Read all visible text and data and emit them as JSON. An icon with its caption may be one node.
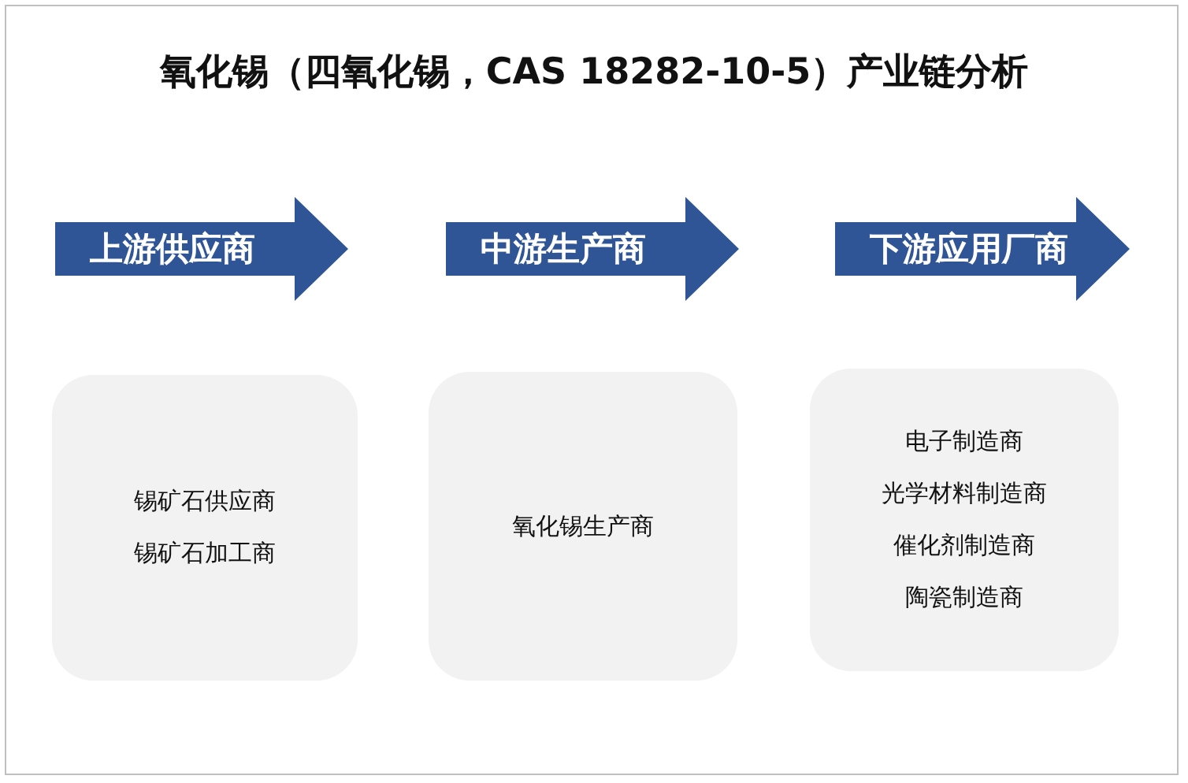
{
  "diagram": {
    "title": "氧化锡（四氧化锡，CAS 18282-10-5）产业链分析",
    "nodes": [
      {
        "text": [
          "上游供应商"
        ]
      },
      {
        "text": [
          "中游生产商"
        ]
      },
      {
        "text": [
          "下游应用厂商"
        ]
      },
      {
        "text": [
          "锡矿石供应商",
          "锡矿石加工商"
        ]
      },
      {
        "text": [
          "氧化锡生产商"
        ]
      },
      {
        "text": [
          "电子制造商",
          "光学材料制造商",
          "催化剂制造商",
          "陶瓷制造商"
        ]
      }
    ]
  }
}
